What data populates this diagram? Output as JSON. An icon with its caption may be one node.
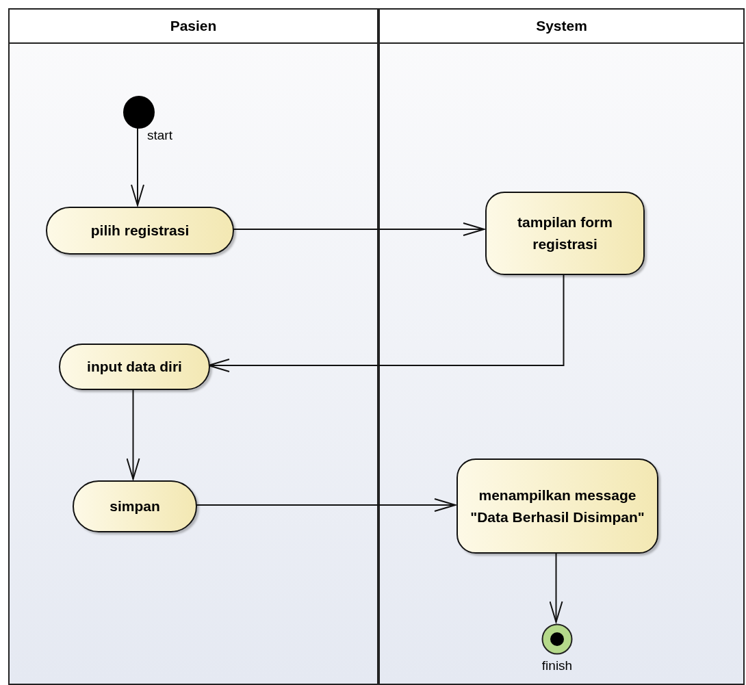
{
  "diagram": {
    "nodes": [
      {
        "text": [
          "Pasien"
        ]
      },
      {
        "text": [
          "System"
        ]
      },
      {
        "text": [],
        "shape": "circle",
        "beside": [
          "start"
        ],
        "in": 0
      },
      {
        "text": [
          "pilih registrasi"
        ],
        "in": 0
      },
      {
        "text": [
          "tampilan form registrasi"
        ],
        "in": 1
      },
      {
        "text": [
          "input data diri"
        ],
        "in": 0
      },
      {
        "text": [
          "simpan"
        ],
        "in": 0
      },
      {
        "text": [
          "menampilkan message \"Data Berhasil Disimpan\""
        ],
        "in": 1
      },
      {
        "text": [],
        "shape": "circle",
        "beside": [
          "finish"
        ],
        "in": 1
      }
    ],
    "edges": [
      {
        "from": 2,
        "to": 3,
        "arrow": "to"
      },
      {
        "from": 3,
        "to": 4,
        "arrow": "to"
      },
      {
        "from": 4,
        "to": 5,
        "arrow": "to"
      },
      {
        "from": 5,
        "to": 6,
        "arrow": "to"
      },
      {
        "from": 6,
        "to": 7,
        "arrow": "to"
      },
      {
        "from": 7,
        "to": 8,
        "arrow": "to"
      }
    ]
  }
}
